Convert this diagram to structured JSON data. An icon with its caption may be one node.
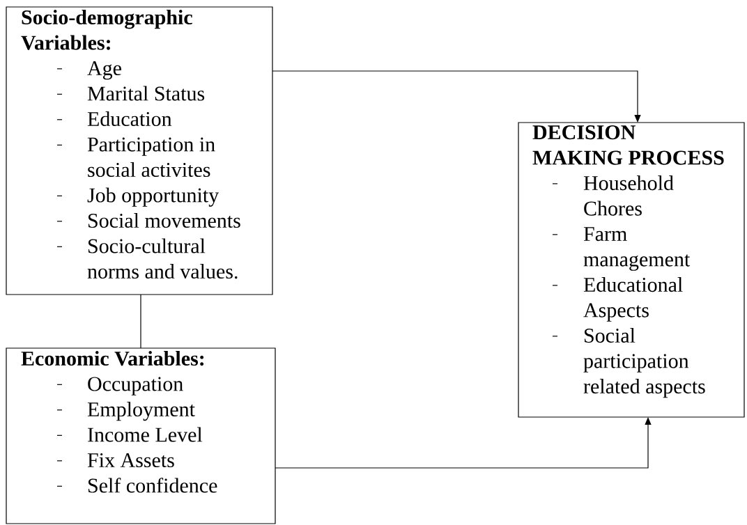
{
  "diagram": {
    "nodes": [
      {
        "text": [
          "Socio-demographic Variables:",
          "Age",
          "Marital Status",
          "Education",
          "Participation in social activites",
          "Job opportunity",
          "Social movements",
          "Socio-cultural norms and values."
        ]
      },
      {
        "text": [
          "Economic Variables:",
          "Occupation",
          "Employment",
          "Income Level",
          "Fix Assets",
          "Self confidence"
        ]
      },
      {
        "text": [
          "DECISION MAKING PROCESS",
          "Household Chores",
          "Farm management",
          "Educational Aspects",
          "Social participation related aspects"
        ]
      }
    ],
    "edges": [
      {
        "from": 0,
        "to": 2,
        "arrow": "to"
      },
      {
        "from": 1,
        "to": 2,
        "arrow": "to"
      },
      {
        "from": 0,
        "to": 1,
        "arrow": "none"
      }
    ]
  }
}
